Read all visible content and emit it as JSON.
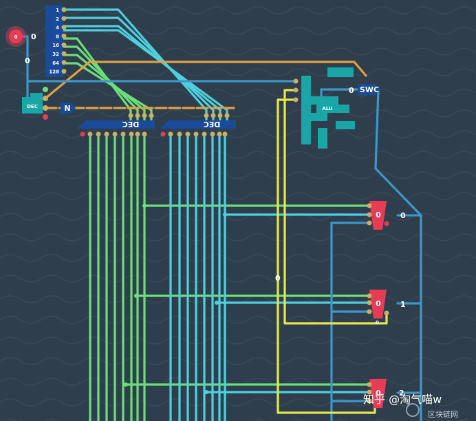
{
  "colors": {
    "background": "#2f3e4c",
    "wave": "#3a4a5a",
    "green": "#6dde7a",
    "cyan": "#4fd0de",
    "blue": "#3d97c9",
    "orange": "#e2a142",
    "yellow": "#e6e74c",
    "teal": "#1aa6a6",
    "navy": "#1a4a9a",
    "red": "#e63c56",
    "pin": "#c9b06a",
    "white": "#ffffff"
  },
  "input_switch": {
    "value": "0",
    "icon": "power-button-icon"
  },
  "source_wire_label": "0",
  "bit_selector": {
    "labels": [
      "1",
      "2",
      "4",
      "8",
      "16",
      "32",
      "64",
      "128"
    ]
  },
  "dec_small": {
    "label": "DEC"
  },
  "not_gate": {
    "label": "N"
  },
  "decoders": [
    {
      "label": "DEC"
    },
    {
      "label": "DEC"
    }
  ],
  "alu": {
    "label": "ALU"
  },
  "swc": {
    "label": "SWC",
    "input_value": "0"
  },
  "bus_label": "0",
  "top_wire_label": "0",
  "registers": [
    {
      "value": "0",
      "output": "0"
    },
    {
      "value": "0",
      "output": "1",
      "sub_value": "0"
    },
    {
      "value": "0",
      "output": "2"
    }
  ],
  "watermark": {
    "text": "知乎 @淘气喵w",
    "corner_text": "区块链网"
  }
}
